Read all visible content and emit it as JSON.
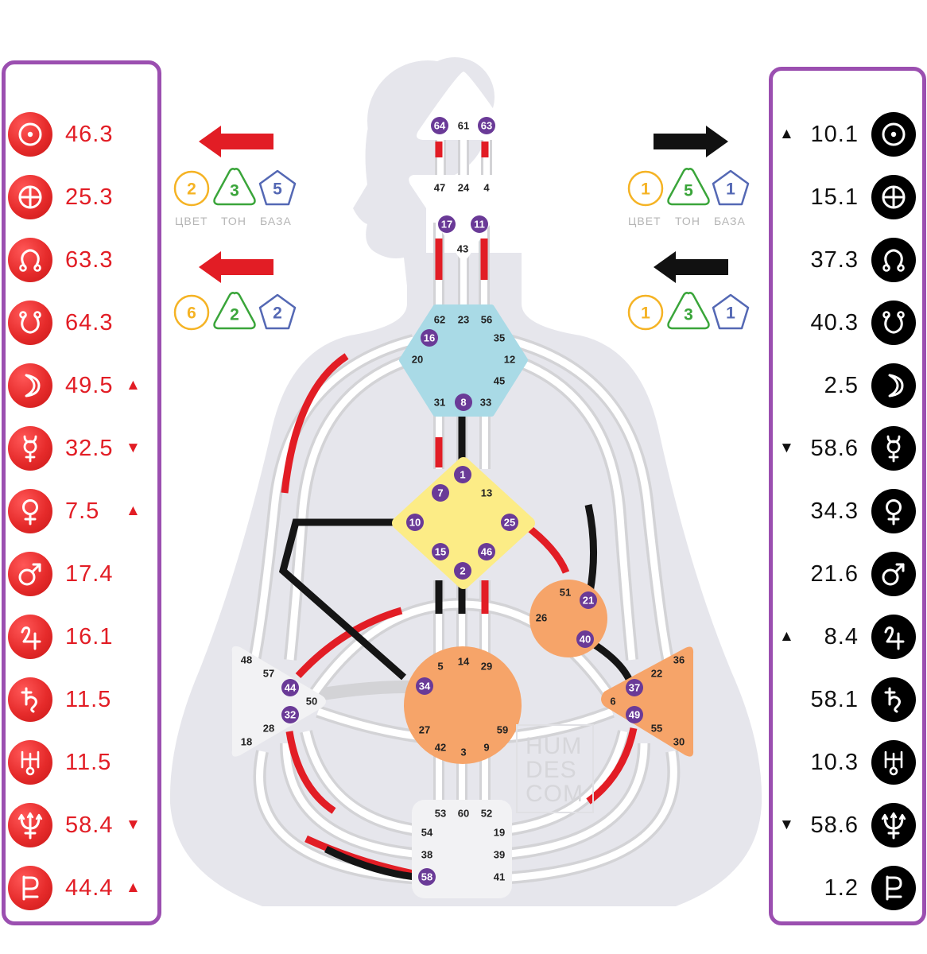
{
  "left_planets": [
    {
      "icon": "sun-icon",
      "value": "46.3",
      "arrow": ""
    },
    {
      "icon": "earth-icon",
      "value": "25.3",
      "arrow": ""
    },
    {
      "icon": "north-node-icon",
      "value": "63.3",
      "arrow": ""
    },
    {
      "icon": "south-node-icon",
      "value": "64.3",
      "arrow": ""
    },
    {
      "icon": "moon-icon",
      "value": "49.5",
      "arrow": "▲"
    },
    {
      "icon": "mercury-icon",
      "value": "32.5",
      "arrow": "▼"
    },
    {
      "icon": "venus-icon",
      "value": "7.5",
      "arrow": "▲"
    },
    {
      "icon": "mars-icon",
      "value": "17.4",
      "arrow": ""
    },
    {
      "icon": "jupiter-icon",
      "value": "16.1",
      "arrow": ""
    },
    {
      "icon": "saturn-icon",
      "value": "11.5",
      "arrow": ""
    },
    {
      "icon": "uranus-icon",
      "value": "11.5",
      "arrow": ""
    },
    {
      "icon": "neptune-icon",
      "value": "58.4",
      "arrow": "▼"
    },
    {
      "icon": "pluto-icon",
      "value": "44.4",
      "arrow": "▲"
    }
  ],
  "right_planets": [
    {
      "icon": "sun-icon",
      "value": "10.1",
      "arrow": "▲"
    },
    {
      "icon": "earth-icon",
      "value": "15.1",
      "arrow": ""
    },
    {
      "icon": "north-node-icon",
      "value": "37.3",
      "arrow": ""
    },
    {
      "icon": "south-node-icon",
      "value": "40.3",
      "arrow": ""
    },
    {
      "icon": "moon-icon",
      "value": "2.5",
      "arrow": ""
    },
    {
      "icon": "mercury-icon",
      "value": "58.6",
      "arrow": "▼"
    },
    {
      "icon": "venus-icon",
      "value": "34.3",
      "arrow": ""
    },
    {
      "icon": "mars-icon",
      "value": "21.6",
      "arrow": ""
    },
    {
      "icon": "jupiter-icon",
      "value": "8.4",
      "arrow": "▲"
    },
    {
      "icon": "saturn-icon",
      "value": "58.1",
      "arrow": ""
    },
    {
      "icon": "uranus-icon",
      "value": "10.3",
      "arrow": ""
    },
    {
      "icon": "neptune-icon",
      "value": "58.6",
      "arrow": "▼"
    },
    {
      "icon": "pluto-icon",
      "value": "1.2",
      "arrow": ""
    }
  ],
  "variables": {
    "left_top": {
      "color": "2",
      "tone": "3",
      "base": "5",
      "arrow_color": "#e21d25",
      "direction": "left"
    },
    "left_bottom": {
      "color": "6",
      "tone": "2",
      "base": "2",
      "arrow_color": "#e21d25",
      "direction": "left"
    },
    "right_top": {
      "color": "1",
      "tone": "5",
      "base": "1",
      "arrow_color": "#111111",
      "direction": "right"
    },
    "right_bottom": {
      "color": "1",
      "tone": "3",
      "base": "1",
      "arrow_color": "#111111",
      "direction": "left"
    }
  },
  "labels": {
    "color": "ЦВЕТ",
    "tone": "ТОН",
    "base": "БАЗА"
  },
  "watermark": [
    "HUM",
    "DES",
    "COM"
  ],
  "colors": {
    "personality": "#111111",
    "design": "#e21d25",
    "panel_border": "#9b4fb0",
    "color_badge": "#f5b324",
    "tone_badge": "#3aa53a",
    "base_badge": "#5468b4",
    "head": "#ffffff",
    "ajna": "#ffffff",
    "throat": "#a9dae6",
    "g_center": "#fcec86",
    "motor": "#f6a469",
    "undefined": "#f2f2f4",
    "active_gate": "#6a3a97",
    "silhouette": "#e6e6ec",
    "channel_bg": "#d6d6d9"
  },
  "centers": {
    "head": {
      "gates": [
        "64",
        "61",
        "63"
      ],
      "active": [
        "64",
        "63"
      ]
    },
    "ajna": {
      "gates": [
        "47",
        "24",
        "4",
        "17",
        "11",
        "43"
      ],
      "active": [
        "17",
        "11"
      ]
    },
    "throat": {
      "gates": [
        "62",
        "23",
        "56",
        "16",
        "35",
        "20",
        "12",
        "45",
        "31",
        "8",
        "33"
      ],
      "active": [
        "16",
        "8"
      ]
    },
    "g": {
      "gates": [
        "1",
        "7",
        "13",
        "10",
        "25",
        "15",
        "46",
        "2"
      ],
      "active": [
        "1",
        "7",
        "10",
        "25",
        "15",
        "46",
        "2"
      ]
    },
    "heart": {
      "gates": [
        "51",
        "21",
        "26",
        "40"
      ],
      "active": [
        "21",
        "40"
      ]
    },
    "spleen": {
      "gates": [
        "48",
        "57",
        "44",
        "50",
        "32",
        "28",
        "18"
      ],
      "active": [
        "44",
        "32"
      ]
    },
    "sacral": {
      "gates": [
        "5",
        "14",
        "29",
        "34",
        "27",
        "59",
        "42",
        "3",
        "9"
      ],
      "active": [
        "34"
      ]
    },
    "solar": {
      "gates": [
        "36",
        "22",
        "37",
        "6",
        "49",
        "55",
        "30"
      ],
      "active": [
        "37",
        "49"
      ]
    },
    "root": {
      "gates": [
        "53",
        "60",
        "52",
        "54",
        "19",
        "38",
        "39",
        "58",
        "41"
      ],
      "active": [
        "58"
      ]
    }
  }
}
